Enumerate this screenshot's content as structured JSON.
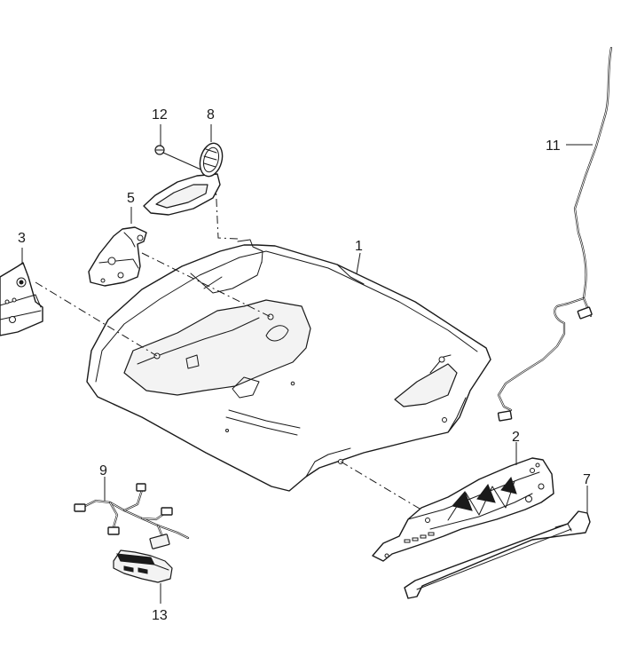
{
  "callouts": {
    "c1": "1",
    "c2": "2",
    "c3": "3",
    "c5": "5",
    "c7": "7",
    "c8": "8",
    "c9": "9",
    "c11": "11",
    "c12": "12",
    "c13": "13"
  }
}
